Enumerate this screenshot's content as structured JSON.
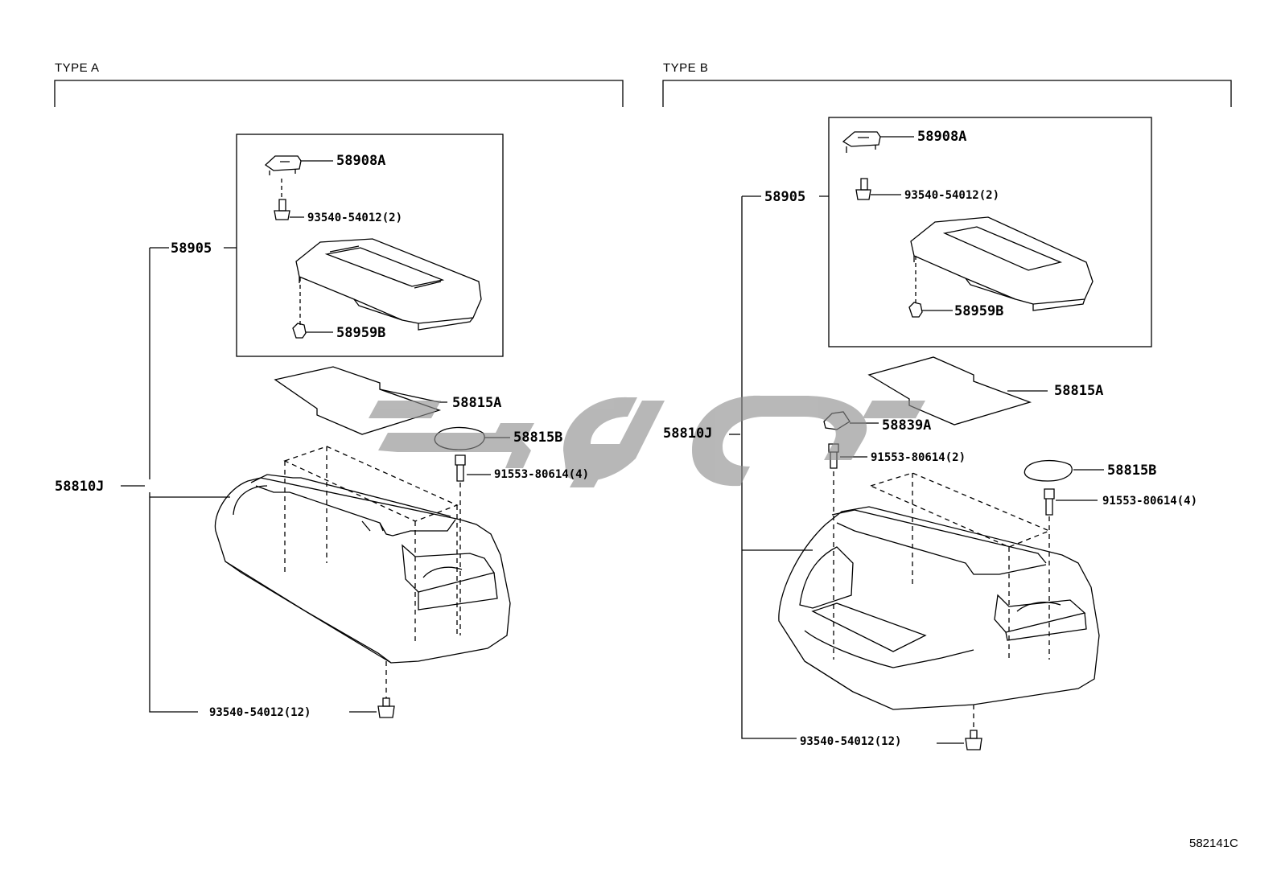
{
  "diagram": {
    "drawing_code": "582141C",
    "watermark_color": "#8c8c8c",
    "type_a": {
      "header": "TYPE A",
      "parts": {
        "p58908A": "58908A",
        "p93540_2": "93540-54012(2)",
        "p58905": "58905",
        "p58959B": "58959B",
        "p58815A": "58815A",
        "p58815B": "58815B",
        "p58810J": "58810J",
        "p91553_4": "91553-80614(4)",
        "p93540_12": "93540-54012(12)"
      }
    },
    "type_b": {
      "header": "TYPE B",
      "parts": {
        "p58908A": "58908A",
        "p93540_2": "93540-54012(2)",
        "p58905": "58905",
        "p58959B": "58959B",
        "p58815A": "58815A",
        "p58839A": "58839A",
        "p58810J": "58810J",
        "p91553_2": "91553-80614(2)",
        "p58815B": "58815B",
        "p91553_4": "91553-80614(4)",
        "p93540_12": "93540-54012(12)"
      }
    }
  }
}
